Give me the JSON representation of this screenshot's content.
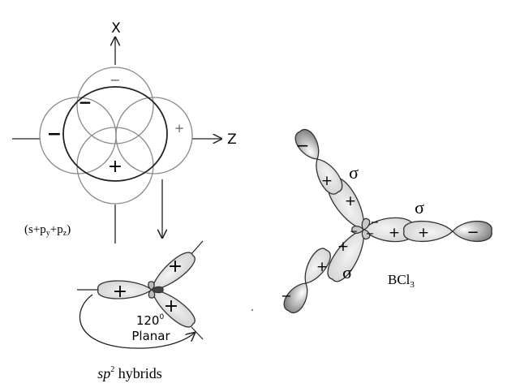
{
  "axes": {
    "x_label": "X",
    "z_label": "Z"
  },
  "unhybridized": {
    "label": "(s+p",
    "label_sub1": "y",
    "label_mid": "+p",
    "label_sub2": "z",
    "label_end": ")",
    "signs": {
      "top": "−",
      "left": "−",
      "overlap": "−",
      "right": "+",
      "bottom": "+"
    }
  },
  "sp2": {
    "angle_label": "120",
    "angle_sup": "0",
    "shape_label": "Planar",
    "caption_italic": "sp",
    "caption_sup": "2",
    "caption_rest": " hybrids",
    "lobe_sign": "+"
  },
  "bcl3": {
    "label": "BCl",
    "label_sub": "3",
    "sigma": "σ",
    "plus": "+",
    "minus": "−"
  },
  "colors": {
    "stroke": "#333333",
    "lobe_fill": "#e4e4e4",
    "minus_fill": "#9a9a9a",
    "circle": "#8a8a8a"
  }
}
